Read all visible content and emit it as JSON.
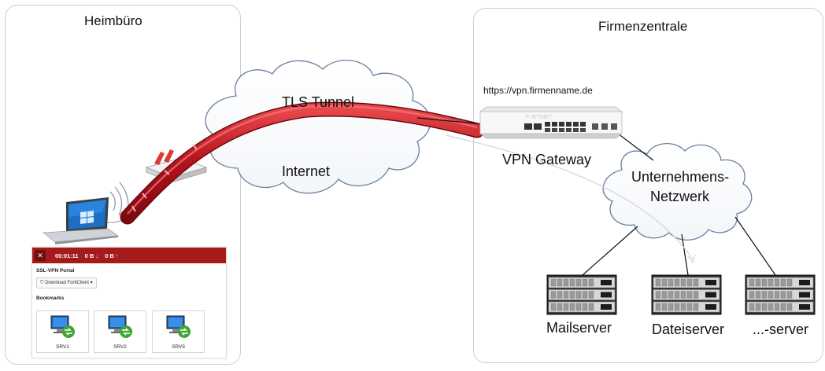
{
  "zones": {
    "home": {
      "title": "Heimbüro"
    },
    "hq": {
      "title": "Firmenzentrale"
    }
  },
  "tunnel": {
    "label": "TLS Tunnel",
    "color": "#c4161c"
  },
  "internet": {
    "label": "Internet"
  },
  "gateway": {
    "url": "https://vpn.firmenname.de",
    "label": "VPN Gateway",
    "brand": "F::RTINET"
  },
  "network": {
    "line1": "Unternehmens-",
    "line2": "Netzwerk"
  },
  "servers": [
    {
      "label": "Mailserver"
    },
    {
      "label": "Dateiserver"
    },
    {
      "label": "...-server"
    }
  ],
  "portal": {
    "timer": "00:01:11",
    "down": "0 B ↓",
    "up": "0 B ↑",
    "title": "SSL-VPN Portal",
    "download_label": "Download FortiClient",
    "bookmarks_title": "Bookmarks",
    "bookmarks": [
      {
        "label": "SRV1"
      },
      {
        "label": "SRV2"
      },
      {
        "label": "SRV3"
      }
    ],
    "accent": "#a51b1b"
  },
  "icons": [
    "laptop-icon",
    "wifi-icon",
    "router-icon",
    "cloud-icon",
    "firewall-icon",
    "server-icon",
    "remote-desktop-icon"
  ]
}
